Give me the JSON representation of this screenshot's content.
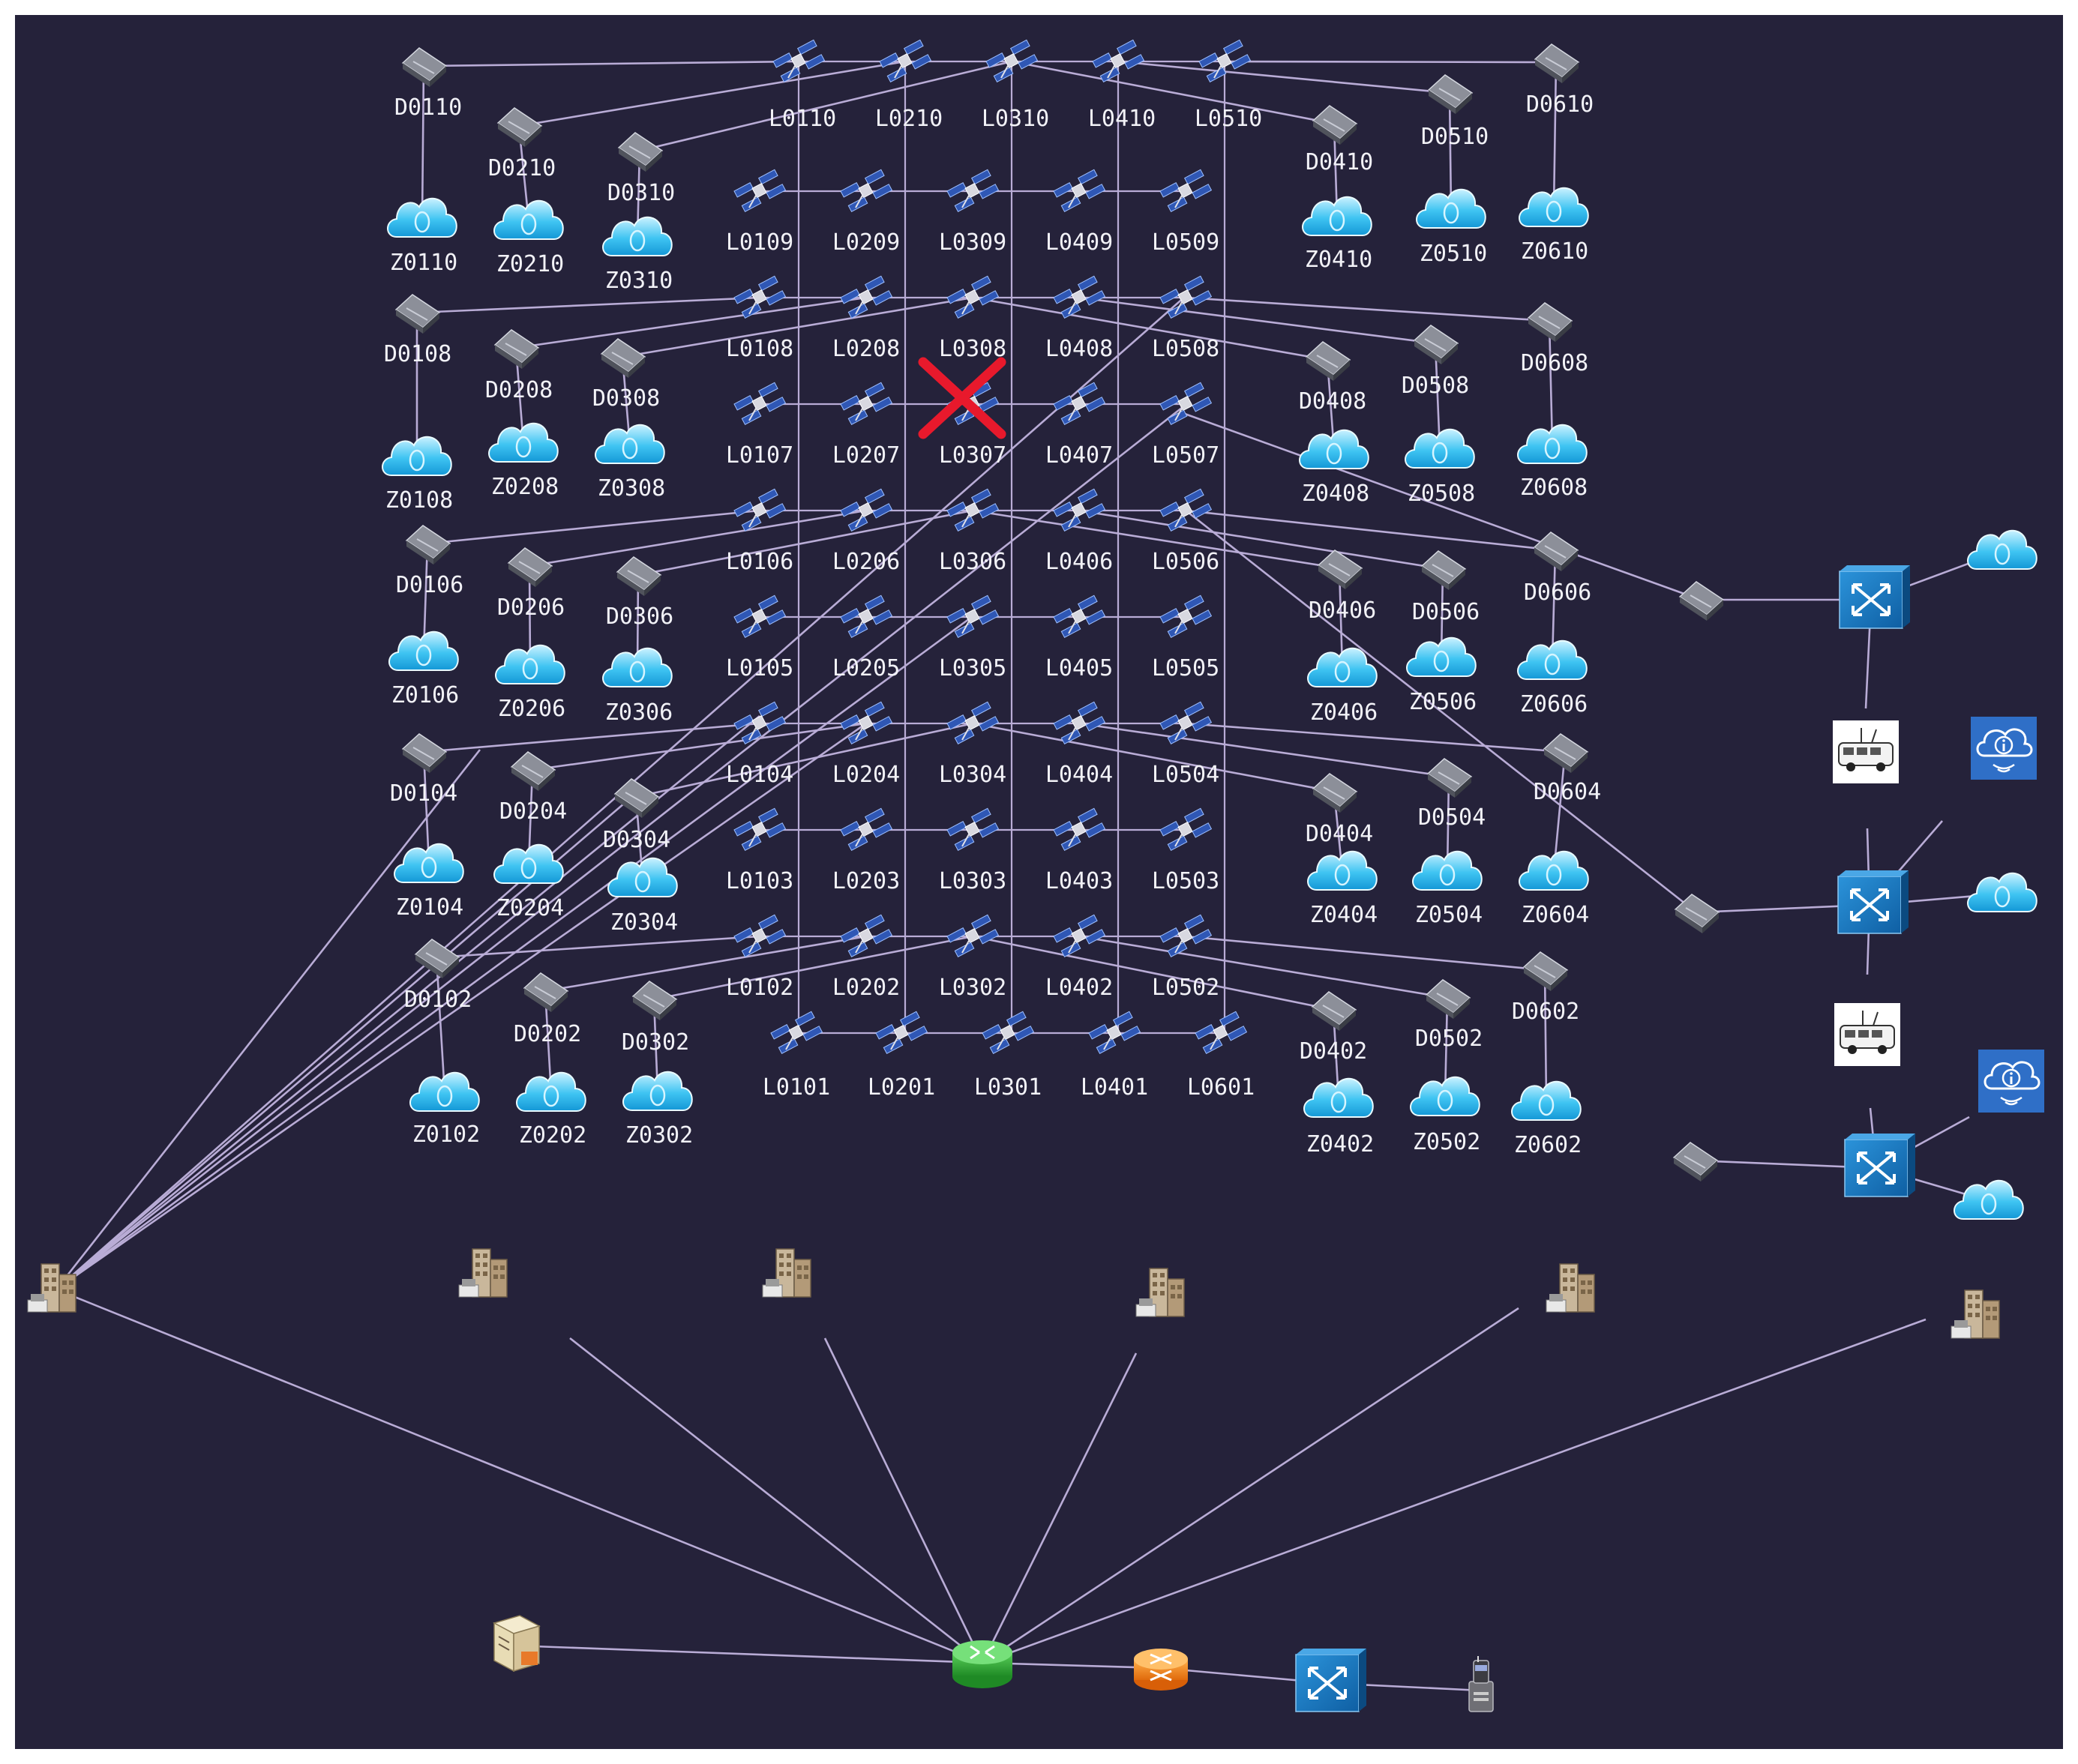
{
  "diagram": {
    "canvas_color": "#25223a",
    "link_color": "#b9acd6",
    "label_color": "#f2f2f7",
    "failure_marker_color": "#e8192c",
    "failed_node": "L0307",
    "satellite_labels_top_row": [
      "L0110",
      "L0210",
      "L0310",
      "L0410",
      "L0510"
    ],
    "satellite_labels_grid": [
      [
        "L0109",
        "L0209",
        "L0309",
        "L0409",
        "L0509"
      ],
      [
        "L0108",
        "L0208",
        "L0308",
        "L0408",
        "L0508"
      ],
      [
        "L0107",
        "L0207",
        "L0307",
        "L0407",
        "L0507"
      ],
      [
        "L0106",
        "L0206",
        "L0306",
        "L0406",
        "L0506"
      ],
      [
        "L0105",
        "L0205",
        "L0305",
        "L0405",
        "L0505"
      ],
      [
        "L0104",
        "L0204",
        "L0304",
        "L0404",
        "L0504"
      ],
      [
        "L0103",
        "L0203",
        "L0303",
        "L0403",
        "L0503"
      ],
      [
        "L0102",
        "L0202",
        "L0302",
        "L0402",
        "L0502"
      ]
    ],
    "satellite_labels_bottom_row": [
      "L0101",
      "L0201",
      "L0301",
      "L0401",
      "L0601"
    ],
    "ground_stations": [
      {
        "label": "D0110",
        "icon": "gateway-device-icon"
      },
      {
        "label": "D0210",
        "icon": "gateway-device-icon"
      },
      {
        "label": "D0310",
        "icon": "gateway-device-icon"
      },
      {
        "label": "D0410",
        "icon": "gateway-device-icon"
      },
      {
        "label": "D0510",
        "icon": "gateway-device-icon"
      },
      {
        "label": "D0610",
        "icon": "gateway-device-icon"
      },
      {
        "label": "D0108",
        "icon": "gateway-device-icon"
      },
      {
        "label": "D0208",
        "icon": "gateway-device-icon"
      },
      {
        "label": "D0308",
        "icon": "gateway-device-icon"
      },
      {
        "label": "D0408",
        "icon": "gateway-device-icon"
      },
      {
        "label": "D0508",
        "icon": "gateway-device-icon"
      },
      {
        "label": "D0608",
        "icon": "gateway-device-icon"
      },
      {
        "label": "D0106",
        "icon": "gateway-device-icon"
      },
      {
        "label": "D0206",
        "icon": "gateway-device-icon"
      },
      {
        "label": "D0306",
        "icon": "gateway-device-icon"
      },
      {
        "label": "D0406",
        "icon": "gateway-device-icon"
      },
      {
        "label": "D0506",
        "icon": "gateway-device-icon"
      },
      {
        "label": "D0606",
        "icon": "gateway-device-icon"
      },
      {
        "label": "D0104",
        "icon": "gateway-device-icon"
      },
      {
        "label": "D0204",
        "icon": "gateway-device-icon"
      },
      {
        "label": "D0304",
        "icon": "gateway-device-icon"
      },
      {
        "label": "D0404",
        "icon": "gateway-device-icon"
      },
      {
        "label": "D0504",
        "icon": "gateway-device-icon"
      },
      {
        "label": "D0604",
        "icon": "gateway-device-icon"
      },
      {
        "label": "D0102",
        "icon": "gateway-device-icon"
      },
      {
        "label": "D0202",
        "icon": "gateway-device-icon"
      },
      {
        "label": "D0302",
        "icon": "gateway-device-icon"
      },
      {
        "label": "D0402",
        "icon": "gateway-device-icon"
      },
      {
        "label": "D0502",
        "icon": "gateway-device-icon"
      },
      {
        "label": "D0602",
        "icon": "gateway-device-icon"
      }
    ],
    "user_clouds": [
      {
        "label": "Z0110",
        "icon": "cloud-user-icon"
      },
      {
        "label": "Z0210",
        "icon": "cloud-user-icon"
      },
      {
        "label": "Z0310",
        "icon": "cloud-user-icon"
      },
      {
        "label": "Z0410",
        "icon": "cloud-user-icon"
      },
      {
        "label": "Z0510",
        "icon": "cloud-user-icon"
      },
      {
        "label": "Z0610",
        "icon": "cloud-user-icon"
      },
      {
        "label": "Z0108",
        "icon": "cloud-user-icon"
      },
      {
        "label": "Z0208",
        "icon": "cloud-user-icon"
      },
      {
        "label": "Z0308",
        "icon": "cloud-user-icon"
      },
      {
        "label": "Z0408",
        "icon": "cloud-user-icon"
      },
      {
        "label": "Z0508",
        "icon": "cloud-user-icon"
      },
      {
        "label": "Z0608",
        "icon": "cloud-user-icon"
      },
      {
        "label": "Z0106",
        "icon": "cloud-user-icon"
      },
      {
        "label": "Z0206",
        "icon": "cloud-user-icon"
      },
      {
        "label": "Z0306",
        "icon": "cloud-user-icon"
      },
      {
        "label": "Z0406",
        "icon": "cloud-user-icon"
      },
      {
        "label": "Z0506",
        "icon": "cloud-user-icon"
      },
      {
        "label": "Z0606",
        "icon": "cloud-user-icon"
      },
      {
        "label": "Z0104",
        "icon": "cloud-user-icon"
      },
      {
        "label": "Z0204",
        "icon": "cloud-user-icon"
      },
      {
        "label": "Z0304",
        "icon": "cloud-user-icon"
      },
      {
        "label": "Z0404",
        "icon": "cloud-user-icon"
      },
      {
        "label": "Z0504",
        "icon": "cloud-user-icon"
      },
      {
        "label": "Z0604",
        "icon": "cloud-user-icon"
      },
      {
        "label": "Z0102",
        "icon": "cloud-user-icon"
      },
      {
        "label": "Z0202",
        "icon": "cloud-user-icon"
      },
      {
        "label": "Z0302",
        "icon": "cloud-user-icon"
      },
      {
        "label": "Z0402",
        "icon": "cloud-user-icon"
      },
      {
        "label": "Z0502",
        "icon": "cloud-user-icon"
      },
      {
        "label": "Z0602",
        "icon": "cloud-user-icon"
      }
    ],
    "unlabeled_icons": [
      "satellite-icon",
      "gateway-device-icon",
      "network-switch-icon",
      "cloud-user-icon",
      "vehicle-icon",
      "cloud-info-icon",
      "building-icon",
      "server-icon",
      "router-icon",
      "phone-icon",
      "failure-x-icon"
    ]
  }
}
